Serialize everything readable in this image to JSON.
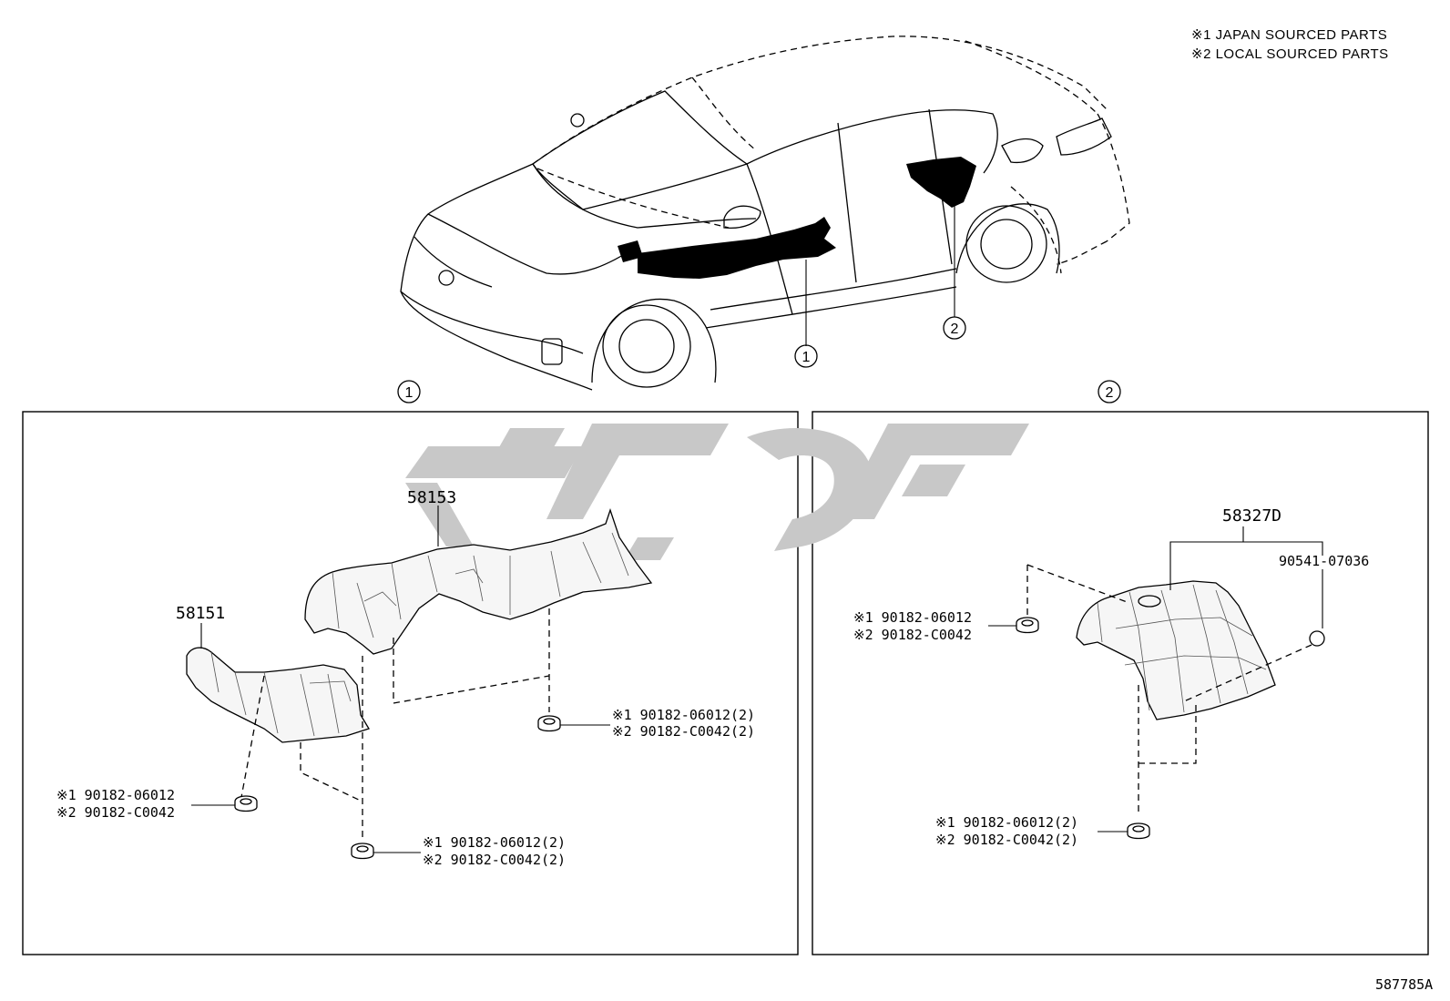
{
  "legend": {
    "line1": "※1 JAPAN SOURCED PARTS",
    "line2": "※2 LOCAL SOURCED PARTS"
  },
  "callouts": {
    "c1": "1",
    "c2": "2"
  },
  "panel1": {
    "callout": "1",
    "parts": {
      "p58153": "58153",
      "p58151": "58151"
    },
    "fasteners": {
      "right": {
        "l1": "※1 90182-06012(2)",
        "l2": "※2 90182-C0042(2)"
      },
      "left": {
        "l1": "※1 90182-06012",
        "l2": "※2 90182-C0042"
      },
      "bottom": {
        "l1": "※1 90182-06012(2)",
        "l2": "※2 90182-C0042(2)"
      }
    }
  },
  "panel2": {
    "callout": "2",
    "parts": {
      "p58327D": "58327D",
      "p90541": "90541-07036"
    },
    "fasteners": {
      "left": {
        "l1": "※1 90182-06012",
        "l2": "※2 90182-C0042"
      },
      "bottom": {
        "l1": "※1 90182-06012(2)",
        "l2": "※2 90182-C0042(2)"
      }
    }
  },
  "diagram_id": "587785A"
}
